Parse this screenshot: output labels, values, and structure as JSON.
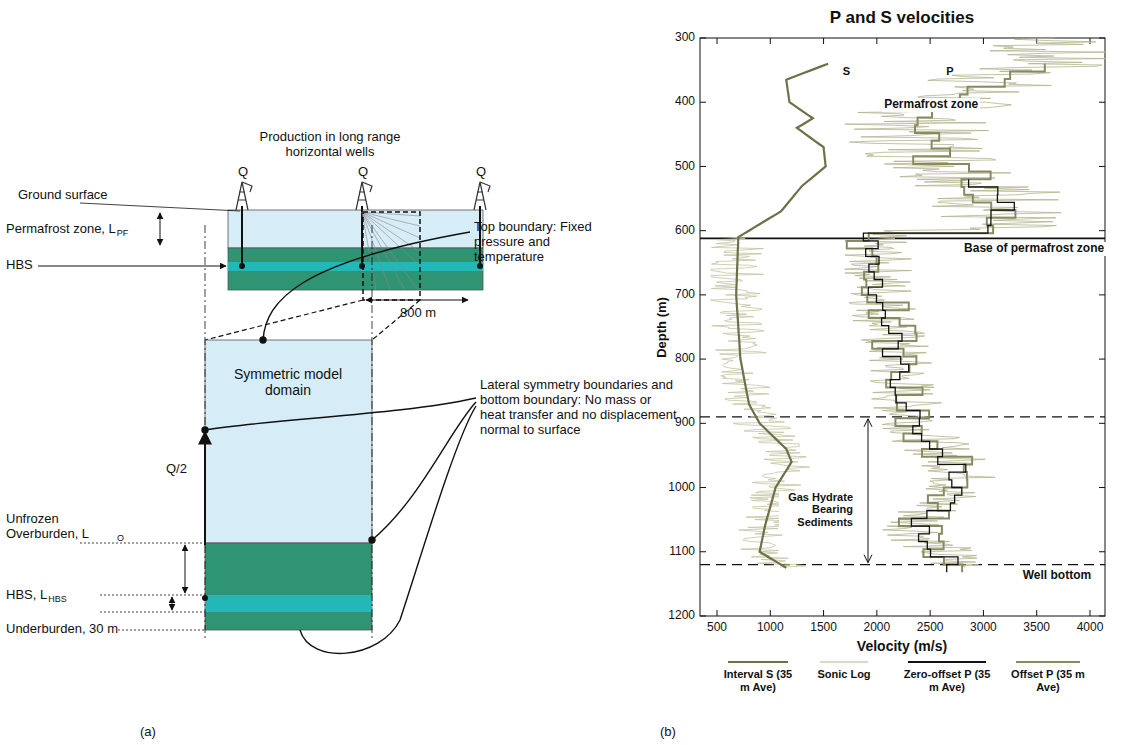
{
  "diagram": {
    "nodes": [
      {
        "text": [
          "Symmetric model domain"
        ]
      }
    ],
    "labels": [
      "(a)",
      "(b)",
      "Production in long range horizontal wells",
      "Ground surface",
      "Q",
      "Q",
      "Q",
      "Permafrost zone, L",
      "PF",
      "HBS",
      "800 m",
      "Top boundary: Fixed pressure and temperature",
      "Q/2",
      "Lateral symmetry boundaries and bottom boundary: No mass or heat transfer and no displacement normal to surface",
      "Unfrozen Overburden, L",
      "O",
      "HBS, L",
      "HBS",
      "Underburden, 30 m",
      "P and S velocities",
      "S",
      "P",
      "Permafrost zone",
      "Base of permafrost zone",
      "Gas Hydrate Bearing Sediments",
      "Well bottom",
      "Depth (m)",
      "300",
      "400",
      "500",
      "600",
      "700",
      "800",
      "900",
      "1000",
      "1100",
      "1200",
      "500",
      "1000",
      "1500",
      "2000",
      "2500",
      "3000",
      "3500",
      "4000",
      "Velocity (m/s)"
    ],
    "legend": [
      {
        "text": "Interval S (35 m Ave)"
      },
      {
        "text": "Sonic Log"
      },
      {
        "text": "Zero-offset P (35 m Ave)"
      },
      {
        "text": "Offset P (35 m Ave)"
      }
    ]
  }
}
